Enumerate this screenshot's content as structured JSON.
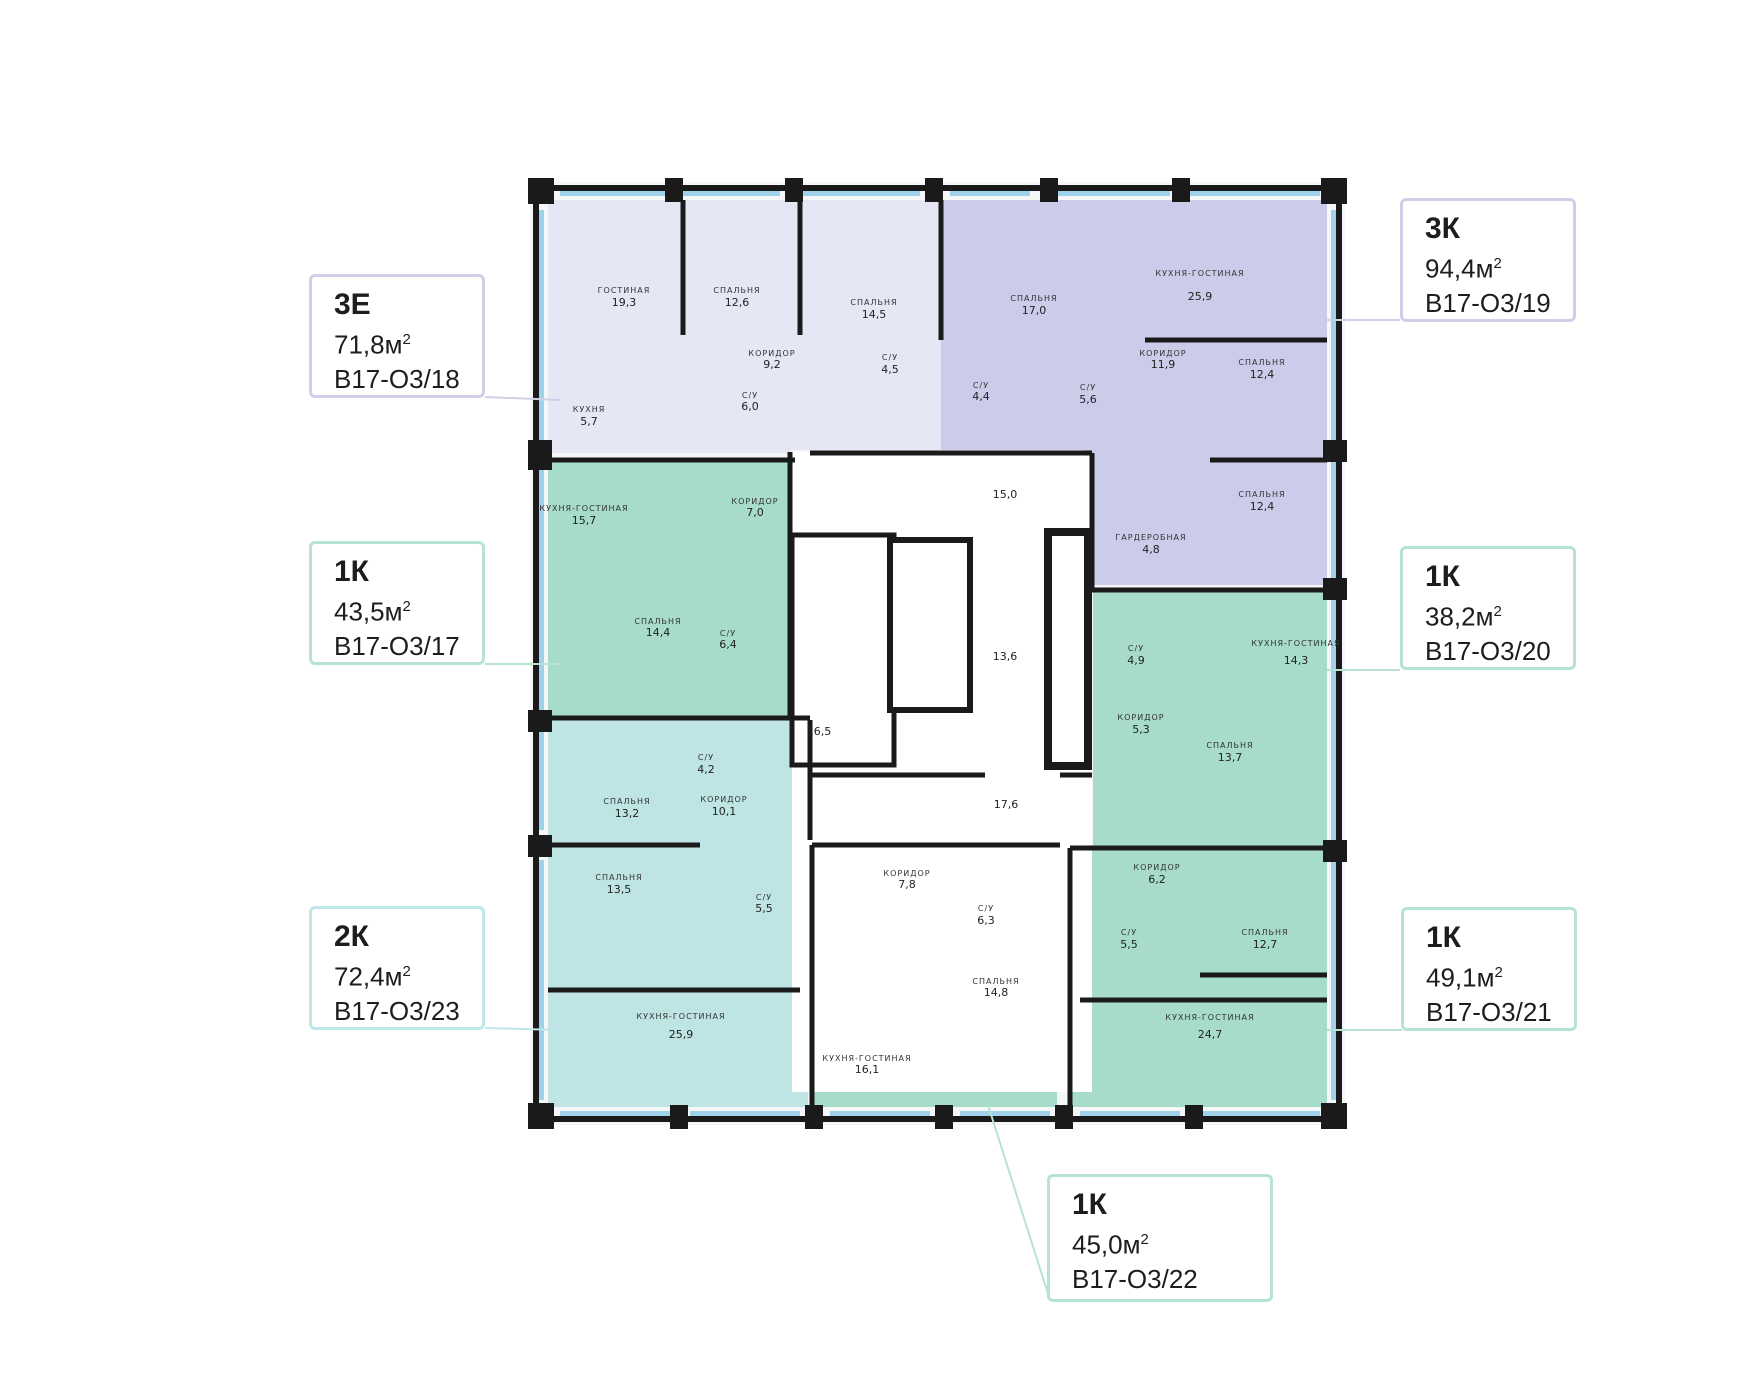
{
  "colors": {
    "lavender": "#e6e7f4",
    "purple": "#cbcbea",
    "mint": "#a6dcc9",
    "aqua": "#bfe4e4",
    "glass": "#9fd2ea",
    "wall": "#1a1a1a"
  },
  "apartments": [
    {
      "id": "a18",
      "type": "3Е",
      "area": "71,8м",
      "sup": "2",
      "code": "В17-О3/18"
    },
    {
      "id": "a19",
      "type": "3К",
      "area": "94,4м",
      "sup": "2",
      "code": "В17-О3/19"
    },
    {
      "id": "a17",
      "type": "1К",
      "area": "43,5м",
      "sup": "2",
      "code": "В17-О3/17"
    },
    {
      "id": "a20",
      "type": "1К",
      "area": "38,2м",
      "sup": "2",
      "code": "В17-О3/20"
    },
    {
      "id": "a23",
      "type": "2К",
      "area": "72,4м",
      "sup": "2",
      "code": "В17-О3/23"
    },
    {
      "id": "a21",
      "type": "1К",
      "area": "49,1м",
      "sup": "2",
      "code": "В17-О3/21"
    },
    {
      "id": "a22",
      "type": "1К",
      "area": "45,0м",
      "sup": "2",
      "code": "В17-О3/22"
    }
  ],
  "rooms": [
    {
      "label": "ГОСТИНАЯ",
      "area": "19,3"
    },
    {
      "label": "СПАЛЬНЯ",
      "area": "12,6"
    },
    {
      "label": "СПАЛЬНЯ",
      "area": "14,5"
    },
    {
      "label": "КОРИДОР",
      "area": "9,2"
    },
    {
      "label": "С/У",
      "area": "4,5"
    },
    {
      "label": "С/У",
      "area": "6,0"
    },
    {
      "label": "КУХНЯ",
      "area": "5,7"
    },
    {
      "label": "СПАЛЬНЯ",
      "area": "17,0"
    },
    {
      "label": "КУХНЯ-ГОСТИНАЯ",
      "area": "25,9"
    },
    {
      "label": "КОРИДОР",
      "area": "11,9"
    },
    {
      "label": "С/У",
      "area": "4,4"
    },
    {
      "label": "С/У",
      "area": "5,6"
    },
    {
      "label": "СПАЛЬНЯ",
      "area": "12,4"
    },
    {
      "label": "СПАЛЬНЯ",
      "area": "12,4"
    },
    {
      "label": "ГАРДЕРОБНАЯ",
      "area": "4,8"
    },
    {
      "label": "КУХНЯ-ГОСТИНАЯ",
      "area": "15,7"
    },
    {
      "label": "КОРИДОР",
      "area": "7,0"
    },
    {
      "label": "СПАЛЬНЯ",
      "area": "14,4"
    },
    {
      "label": "С/У",
      "area": "6,4"
    },
    {
      "label": "",
      "area": "15,0"
    },
    {
      "label": "",
      "area": "13,6"
    },
    {
      "label": "",
      "area": "16,5"
    },
    {
      "label": "",
      "area": "17,6"
    },
    {
      "label": "С/У",
      "area": "4,9"
    },
    {
      "label": "КУХНЯ-ГОСТИНАЯ",
      "area": "14,3"
    },
    {
      "label": "КОРИДОР",
      "area": "5,3"
    },
    {
      "label": "СПАЛЬНЯ",
      "area": "13,7"
    },
    {
      "label": "СПАЛЬНЯ",
      "area": "13,2"
    },
    {
      "label": "С/У",
      "area": "4,2"
    },
    {
      "label": "КОРИДОР",
      "area": "10,1"
    },
    {
      "label": "СПАЛЬНЯ",
      "area": "13,5"
    },
    {
      "label": "С/У",
      "area": "5,5"
    },
    {
      "label": "КОРИДОР",
      "area": "7,8"
    },
    {
      "label": "С/У",
      "area": "6,3"
    },
    {
      "label": "КОРИДОР",
      "area": "6,2"
    },
    {
      "label": "С/У",
      "area": "5,5"
    },
    {
      "label": "СПАЛЬНЯ",
      "area": "12,7"
    },
    {
      "label": "КУХНЯ-ГОСТИНАЯ",
      "area": "25,9"
    },
    {
      "label": "КУХНЯ-ГОСТИНАЯ",
      "area": "16,1"
    },
    {
      "label": "СПАЛЬНЯ",
      "area": "14,8"
    },
    {
      "label": "КУХНЯ-ГОСТИНАЯ",
      "area": "24,7"
    }
  ]
}
